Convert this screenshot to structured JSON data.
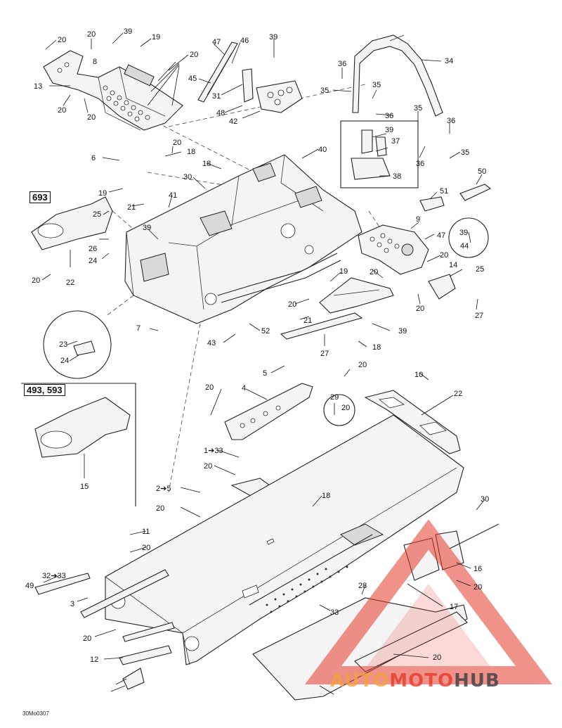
{
  "diagram": {
    "ref_code": "30Mo0307",
    "variant_labels": [
      "693",
      "493, 593"
    ],
    "watermark": {
      "part1": "AUTO",
      "part2": "MOTO",
      "part3": "HUB",
      "color1": "#f2a33a",
      "color2": "#e53a2a",
      "color3": "#444444"
    },
    "callouts": [
      {
        "id": "c20a",
        "text": "20"
      },
      {
        "id": "c20b",
        "text": "20"
      },
      {
        "id": "c39a",
        "text": "39"
      },
      {
        "id": "c19a",
        "text": "19"
      },
      {
        "id": "c8",
        "text": "8"
      },
      {
        "id": "c13",
        "text": "13"
      },
      {
        "id": "c20c",
        "text": "20"
      },
      {
        "id": "c20d",
        "text": "20"
      },
      {
        "id": "c20e",
        "text": "20"
      },
      {
        "id": "c47a",
        "text": "47"
      },
      {
        "id": "c46",
        "text": "46"
      },
      {
        "id": "c45",
        "text": "45"
      },
      {
        "id": "c31",
        "text": "31"
      },
      {
        "id": "c48",
        "text": "48"
      },
      {
        "id": "c39b",
        "text": "39"
      },
      {
        "id": "c42",
        "text": "42"
      },
      {
        "id": "c34",
        "text": "34"
      },
      {
        "id": "c36a",
        "text": "36"
      },
      {
        "id": "c35a",
        "text": "35"
      },
      {
        "id": "c35b",
        "text": "35"
      },
      {
        "id": "c36b",
        "text": "36"
      },
      {
        "id": "c35c",
        "text": "35"
      },
      {
        "id": "c36c",
        "text": "36"
      },
      {
        "id": "c36d",
        "text": "36"
      },
      {
        "id": "c35d",
        "text": "35"
      },
      {
        "id": "c20f",
        "text": "20"
      },
      {
        "id": "c6",
        "text": "6"
      },
      {
        "id": "c18a",
        "text": "18"
      },
      {
        "id": "c18b",
        "text": "18"
      },
      {
        "id": "c40",
        "text": "40"
      },
      {
        "id": "c39c",
        "text": "39"
      },
      {
        "id": "c37",
        "text": "37"
      },
      {
        "id": "c38",
        "text": "38"
      },
      {
        "id": "c50",
        "text": "50"
      },
      {
        "id": "c30a",
        "text": "30"
      },
      {
        "id": "c51",
        "text": "51"
      },
      {
        "id": "c19b",
        "text": "19"
      },
      {
        "id": "c41",
        "text": "41"
      },
      {
        "id": "c21a",
        "text": "21"
      },
      {
        "id": "c25a",
        "text": "25"
      },
      {
        "id": "c26",
        "text": "26"
      },
      {
        "id": "c24a",
        "text": "24"
      },
      {
        "id": "c39d",
        "text": "39"
      },
      {
        "id": "c9",
        "text": "9"
      },
      {
        "id": "c47b",
        "text": "47"
      },
      {
        "id": "c39e",
        "text": "39"
      },
      {
        "id": "c44",
        "text": "44"
      },
      {
        "id": "c20g",
        "text": "20"
      },
      {
        "id": "c22a",
        "text": "22"
      },
      {
        "id": "c20h",
        "text": "20"
      },
      {
        "id": "c20i",
        "text": "20"
      },
      {
        "id": "c14",
        "text": "14"
      },
      {
        "id": "c25b",
        "text": "25"
      },
      {
        "id": "c19c",
        "text": "19"
      },
      {
        "id": "c20j",
        "text": "20"
      },
      {
        "id": "c20k",
        "text": "20"
      },
      {
        "id": "c27a",
        "text": "27"
      },
      {
        "id": "c21b",
        "text": "21"
      },
      {
        "id": "c7",
        "text": "7"
      },
      {
        "id": "c52",
        "text": "52"
      },
      {
        "id": "c39f",
        "text": "39"
      },
      {
        "id": "c43",
        "text": "43"
      },
      {
        "id": "c23",
        "text": "23"
      },
      {
        "id": "c24b",
        "text": "24"
      },
      {
        "id": "c27b",
        "text": "27"
      },
      {
        "id": "c18c",
        "text": "18"
      },
      {
        "id": "c5",
        "text": "5"
      },
      {
        "id": "c20l",
        "text": "20"
      },
      {
        "id": "c10",
        "text": "10"
      },
      {
        "id": "c20m",
        "text": "20"
      },
      {
        "id": "c4",
        "text": "4"
      },
      {
        "id": "c29",
        "text": "29"
      },
      {
        "id": "c22b",
        "text": "22"
      },
      {
        "id": "c20n",
        "text": "20"
      },
      {
        "id": "c15",
        "text": "15"
      },
      {
        "id": "c1to33",
        "text": "1➔33"
      },
      {
        "id": "c20o",
        "text": "20"
      },
      {
        "id": "c2to5",
        "text": "2➔5"
      },
      {
        "id": "c18d",
        "text": "18"
      },
      {
        "id": "c20p",
        "text": "20"
      },
      {
        "id": "c30b",
        "text": "30"
      },
      {
        "id": "c11",
        "text": "11"
      },
      {
        "id": "c20q",
        "text": "20"
      },
      {
        "id": "c16",
        "text": "16"
      },
      {
        "id": "c20r",
        "text": "20"
      },
      {
        "id": "c49",
        "text": "49"
      },
      {
        "id": "c32to33",
        "text": "32➔33"
      },
      {
        "id": "c3",
        "text": "3"
      },
      {
        "id": "c28",
        "text": "28"
      },
      {
        "id": "c17",
        "text": "17"
      },
      {
        "id": "c33",
        "text": "33"
      },
      {
        "id": "c20s",
        "text": "20"
      },
      {
        "id": "c12",
        "text": "12"
      },
      {
        "id": "c20t",
        "text": "20"
      }
    ]
  }
}
